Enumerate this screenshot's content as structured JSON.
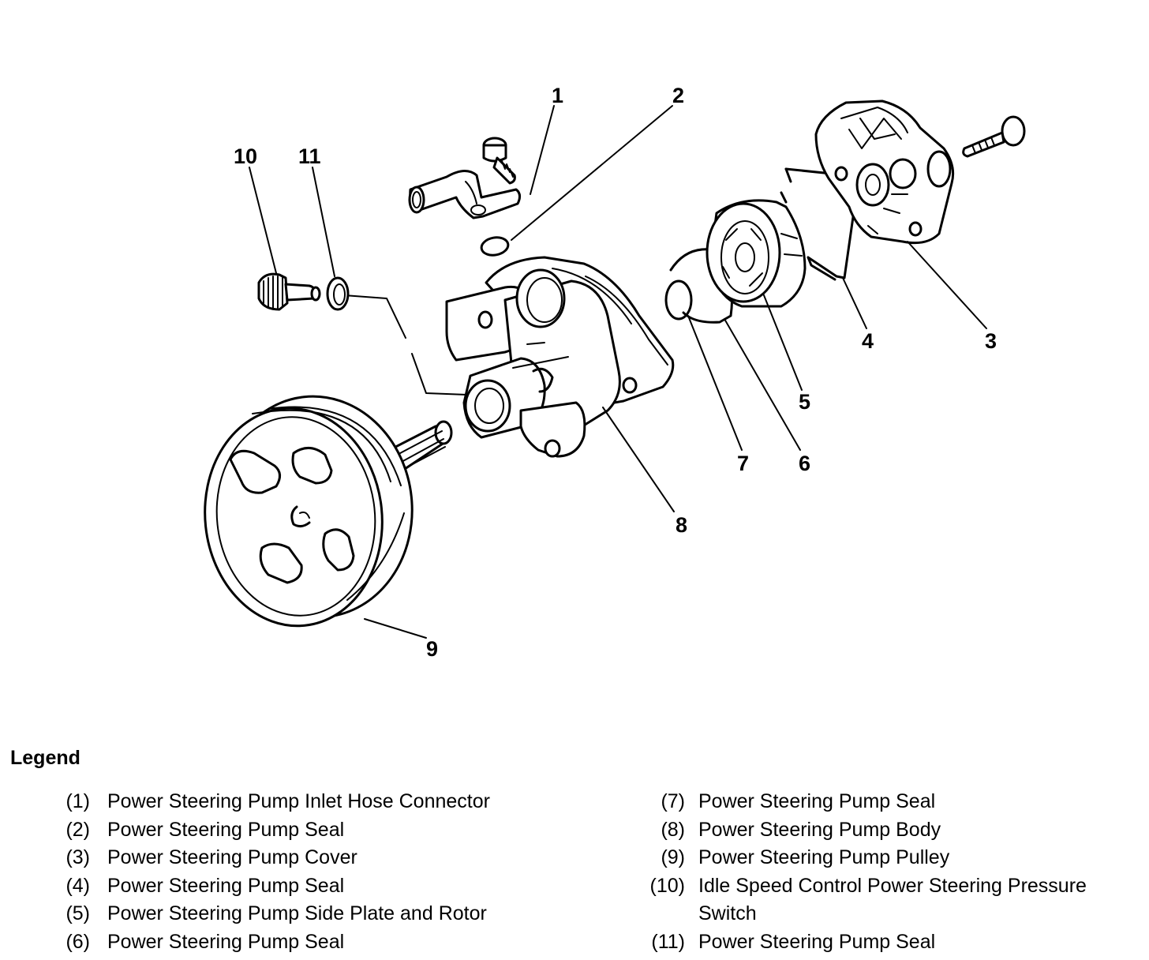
{
  "callouts": {
    "c1": "1",
    "c2": "2",
    "c3": "3",
    "c4": "4",
    "c5": "5",
    "c6": "6",
    "c7": "7",
    "c8": "8",
    "c9": "9",
    "c10": "10",
    "c11": "11"
  },
  "legend": {
    "title": "Legend",
    "items": [
      {
        "num": "(1)",
        "text": "Power Steering Pump Inlet Hose Connector"
      },
      {
        "num": "(2)",
        "text": "Power Steering Pump Seal"
      },
      {
        "num": "(3)",
        "text": "Power Steering Pump Cover"
      },
      {
        "num": "(4)",
        "text": "Power Steering Pump Seal"
      },
      {
        "num": "(5)",
        "text": "Power Steering Pump Side Plate and Rotor"
      },
      {
        "num": "(6)",
        "text": "Power Steering Pump Seal"
      },
      {
        "num": "(7)",
        "text": "Power Steering Pump Seal"
      },
      {
        "num": "(8)",
        "text": "Power Steering Pump Body"
      },
      {
        "num": "(9)",
        "text": "Power Steering Pump Pulley"
      },
      {
        "num": "(10)",
        "text": "Idle Speed Control Power Steering Pressure Switch"
      },
      {
        "num": "(11)",
        "text": "Power Steering Pump Seal"
      }
    ]
  }
}
